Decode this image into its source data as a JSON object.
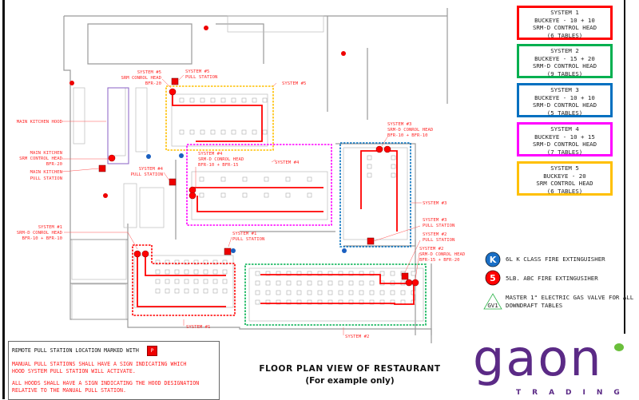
{
  "legend_systems": [
    {
      "lines": [
        "SYSTEM 1",
        "BUCKEYE - 10 + 10",
        "SRM-D CONTROL HEAD",
        "(6 TABLES)"
      ],
      "color": "#ff0000"
    },
    {
      "lines": [
        "SYSTEM 2",
        "BUCKEYE - 15 + 20",
        "SRM-D CONTROL HEAD",
        "(9 TABLES)"
      ],
      "color": "#00b050"
    },
    {
      "lines": [
        "SYSTEM 3",
        "BUCKEYE - 10 + 10",
        "SRM-D CONTROL HEAD",
        "(5 TABLES)"
      ],
      "color": "#0070c0"
    },
    {
      "lines": [
        "SYSTEM 4",
        "BUCKEYE - 10 + 15",
        "SRM-D CONTROL HEAD",
        "(7 TABLES)"
      ],
      "color": "#ff00ff"
    },
    {
      "lines": [
        "SYSTEM 5",
        "BUCKEYE - 20",
        "SRM CONTROL HEAD",
        "(6 TABLES)"
      ],
      "color": "#ffc000"
    }
  ],
  "extinguishers": {
    "k_symbol": "K",
    "k_label": "6L K CLASS FIRE EXTINGUISHER",
    "abc_symbol": "5",
    "abc_label": "5LB. ABC FIRE EXTINGUSIHER",
    "gv_symbol": "GV1",
    "gv_label_1": "MASTER 1\" ELECTRIC GAS VALVE FOR ALL",
    "gv_label_2": "DOWNDRAFT TABLES"
  },
  "note": {
    "line1": "REMOTE PULL STATION LOCATION MARKED WITH",
    "p_symbol": "P",
    "para1_1": "MANUAL PULL STATIONS SHALL HAVE A SIGN INDICATING WHICH",
    "para1_2": "HOOD SYSTEM PULL STATION WILL ACTIVATE.",
    "para2_1": "ALL HOODS SHALL HAVE A SIGN INDICATING THE HOOD DESIGNATION",
    "para2_2": "RELATIVE TO THE MANUAL PULL STATION."
  },
  "title": {
    "main": "FLOOR PLAN VIEW OF RESTAURANT",
    "sub": "(For example only)"
  },
  "logo": {
    "word": "gaon",
    "sub": "TRADING"
  },
  "plan_labels": {
    "main_hood": "MAIN KITCHEN HOOD",
    "main_ctrl_1": "MAIN KITCHEN",
    "main_ctrl_2": "SRM CONTROL HEAD",
    "main_ctrl_3": "BFR-20",
    "main_pull_1": "MAIN KITCHEN",
    "main_pull_2": "PULL STATION",
    "s5_ctrl_1": "SYSTEM #5",
    "s5_ctrl_2": "SRM CONROL HEAD",
    "s5_ctrl_3": "BFR-20",
    "s5_pull_1": "SYSTEM #5",
    "s5_pull_2": "PULL STATION",
    "s5_zone": "SYSTEM #5",
    "s4_ctrl_1": "SYSTEM #4",
    "s4_ctrl_2": "SRM-D CONROL HEAD",
    "s4_ctrl_3": "BFR-10 + BFR-15",
    "s4_pull_1": "SYSTEM #4",
    "s4_pull_2": "PULL STATION",
    "s4_zone": "SYSTEM #4",
    "s3_ctrl_1": "SYSTEM #3",
    "s3_ctrl_2": "SRM-D CONROL HEAD",
    "s3_ctrl_3": "BFR-10 + BFR-10",
    "s3_zone": "SYSTEM #3",
    "s3_pull_1": "SYSTEM #3",
    "s3_pull_2": "PULL STATION",
    "s2_pull_1": "SYSTEM #2",
    "s2_pull_2": "PULL STATION",
    "s2_ctrl_1": "SYSTEM #2",
    "s2_ctrl_2": "SRM-D CONROL HEAD",
    "s2_ctrl_3": "BFR-15 + BFR-20",
    "s2_zone": "SYSTEM #2",
    "s1_ctrl_1": "SYSTEM #1",
    "s1_ctrl_2": "SRM-D CONROL HEAD",
    "s1_ctrl_3": "BFR-10 + BFR-10",
    "s1_pull_1": "SYSTEM #1",
    "s1_pull_2": "PULL STATION",
    "s1_zone": "SYSTEM #1"
  },
  "colors": {
    "pipe": "#ff0000",
    "logo_purple": "#5b2a86",
    "logo_green": "#6abf3b"
  }
}
